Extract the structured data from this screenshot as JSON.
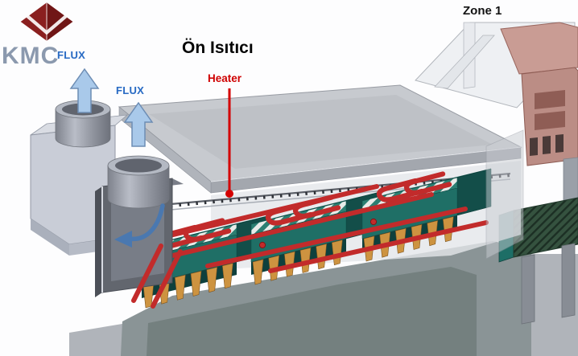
{
  "logo": {
    "text": "KMC"
  },
  "labels": {
    "zone": "Zone 1",
    "preheater": "Ön Isıtıcı",
    "heater": "Heater",
    "flux_upper": "FLUX",
    "flux_lower": "FLUX"
  },
  "colors": {
    "heater_red": "#d40000",
    "flux_text_blue": "#2b6cc4",
    "flux_arrow_fill": "#a9c9ea",
    "flux_arrow_stroke": "#6d8db4",
    "flow_arrow_blue": "#4a78b0",
    "logo_maroon": "#8a1f1f",
    "logo_text_gray": "#8b99ae",
    "module_teal": "#26857c",
    "fin_orange": "#cd9340",
    "tube_red": "#c22b2b",
    "mesh_green": "#35523f",
    "machinery_pink": "#bb8d85",
    "enclosure_gray": "#c3c6cc"
  }
}
